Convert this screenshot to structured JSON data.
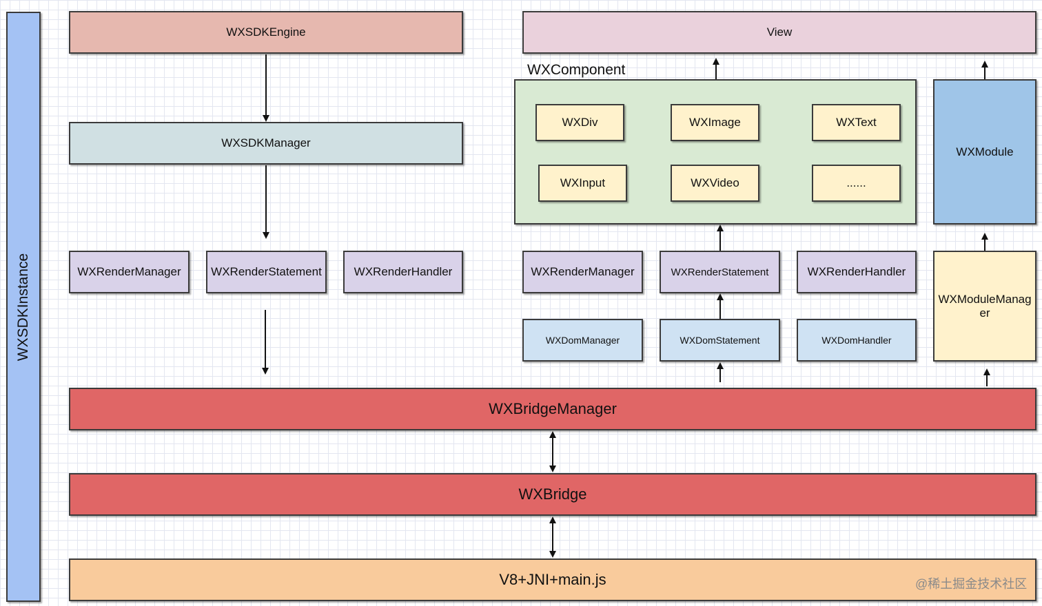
{
  "instance": {
    "label": "WXSDKInstance"
  },
  "engine": {
    "label": "WXSDKEngine"
  },
  "sdk_manager": {
    "label": "WXSDKManager"
  },
  "left_render": {
    "manager": "WXRenderManager",
    "statement": "WXRenderStatement",
    "handler": "WXRenderHandler"
  },
  "view": {
    "label": "View"
  },
  "component": {
    "title": "WXComponent",
    "items": [
      "WXDiv",
      "WXImage",
      "WXText",
      "WXInput",
      "WXVideo",
      "......"
    ]
  },
  "module": {
    "label": "WXModule"
  },
  "right_render": {
    "manager": "WXRenderManager",
    "statement": "WXRenderStatement",
    "handler": "WXRenderHandler"
  },
  "dom": {
    "manager": "WXDomManager",
    "statement": "WXDomStatement",
    "handler": "WXDomHandler"
  },
  "module_manager": {
    "label": "WXModuleManag er"
  },
  "bridge_manager": {
    "label": "WXBridgeManager"
  },
  "bridge": {
    "label": "WXBridge"
  },
  "runtime": {
    "label": "V8+JNI+main.js"
  },
  "watermark": {
    "text": "@稀土掘金技术社区"
  },
  "colors": {
    "instance": "#a4c2f4",
    "engine": "#e6b8af",
    "sdk_manager": "#d0e0e3",
    "render": "#d9d2e9",
    "view": "#ead1dc",
    "component_bg": "#d9ead3",
    "component_item": "#fff2cc",
    "module": "#9fc5e8",
    "dom": "#cfe2f3",
    "module_manager": "#fff2cc",
    "bridge": "#e06666",
    "runtime": "#f9cb9c"
  }
}
